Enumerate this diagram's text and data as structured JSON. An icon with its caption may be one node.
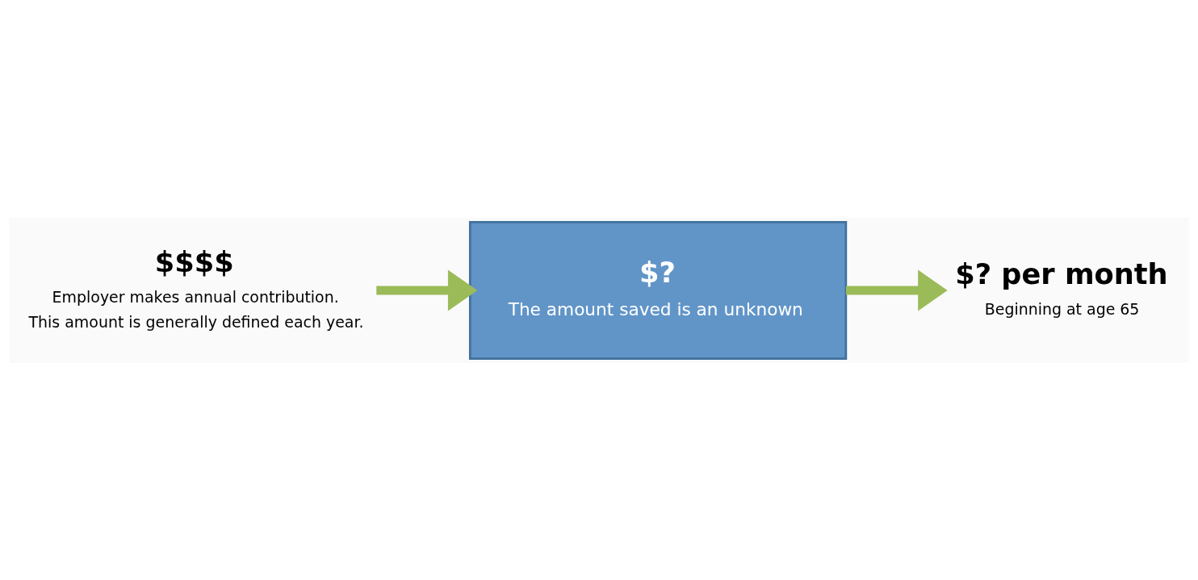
{
  "diagram": {
    "nodes": [
      {
        "text": [
          "$$$$"
        ],
        "beside": [
          "Employer makes annual contribution.",
          "This amount is generally defined each year."
        ]
      },
      {
        "text": [
          "$?",
          "The amount saved is an unknown"
        ]
      },
      {
        "text": [
          "$? per month"
        ],
        "beside": [
          "Beginning at age 65"
        ]
      }
    ],
    "edges": [
      {
        "from": 0,
        "to": 1,
        "arrow": "to"
      },
      {
        "from": 1,
        "to": 2,
        "arrow": "to"
      }
    ]
  }
}
